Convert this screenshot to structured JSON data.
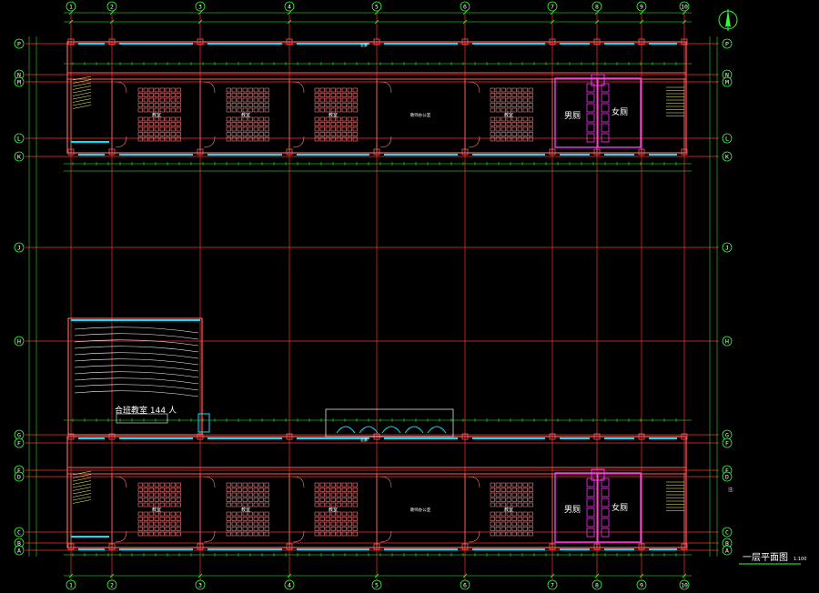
{
  "drawing": {
    "title": "一层平面图",
    "scale": "1:100",
    "north_arrow_icon": "north-arrow-icon",
    "colors": {
      "background": "#000000",
      "axis_grid": "#ff3030",
      "axis_bubble": "#33ff33",
      "dimension": "#33ff33",
      "wall": "#ff5a5a",
      "window": "#00e5ff",
      "toilet": "#ff33ff",
      "furniture": "#ff8080",
      "text": "#ffffff"
    }
  },
  "axes": {
    "columns": [
      "1",
      "2",
      "3",
      "4",
      "5",
      "6",
      "7",
      "8",
      "9",
      "10"
    ],
    "rows": [
      "P",
      "N",
      "M",
      "L",
      "K",
      "J",
      "H",
      "G",
      "F",
      "E",
      "D",
      "C",
      "B",
      "A"
    ]
  },
  "rooms": {
    "classroom": "教室",
    "corridor": "走廊",
    "office": "教师办公室",
    "mens_toilet": "男厕",
    "womens_toilet": "女厕",
    "lecture_hall": "合班教室 144 人"
  },
  "notes": {
    "heading": "注:"
  }
}
